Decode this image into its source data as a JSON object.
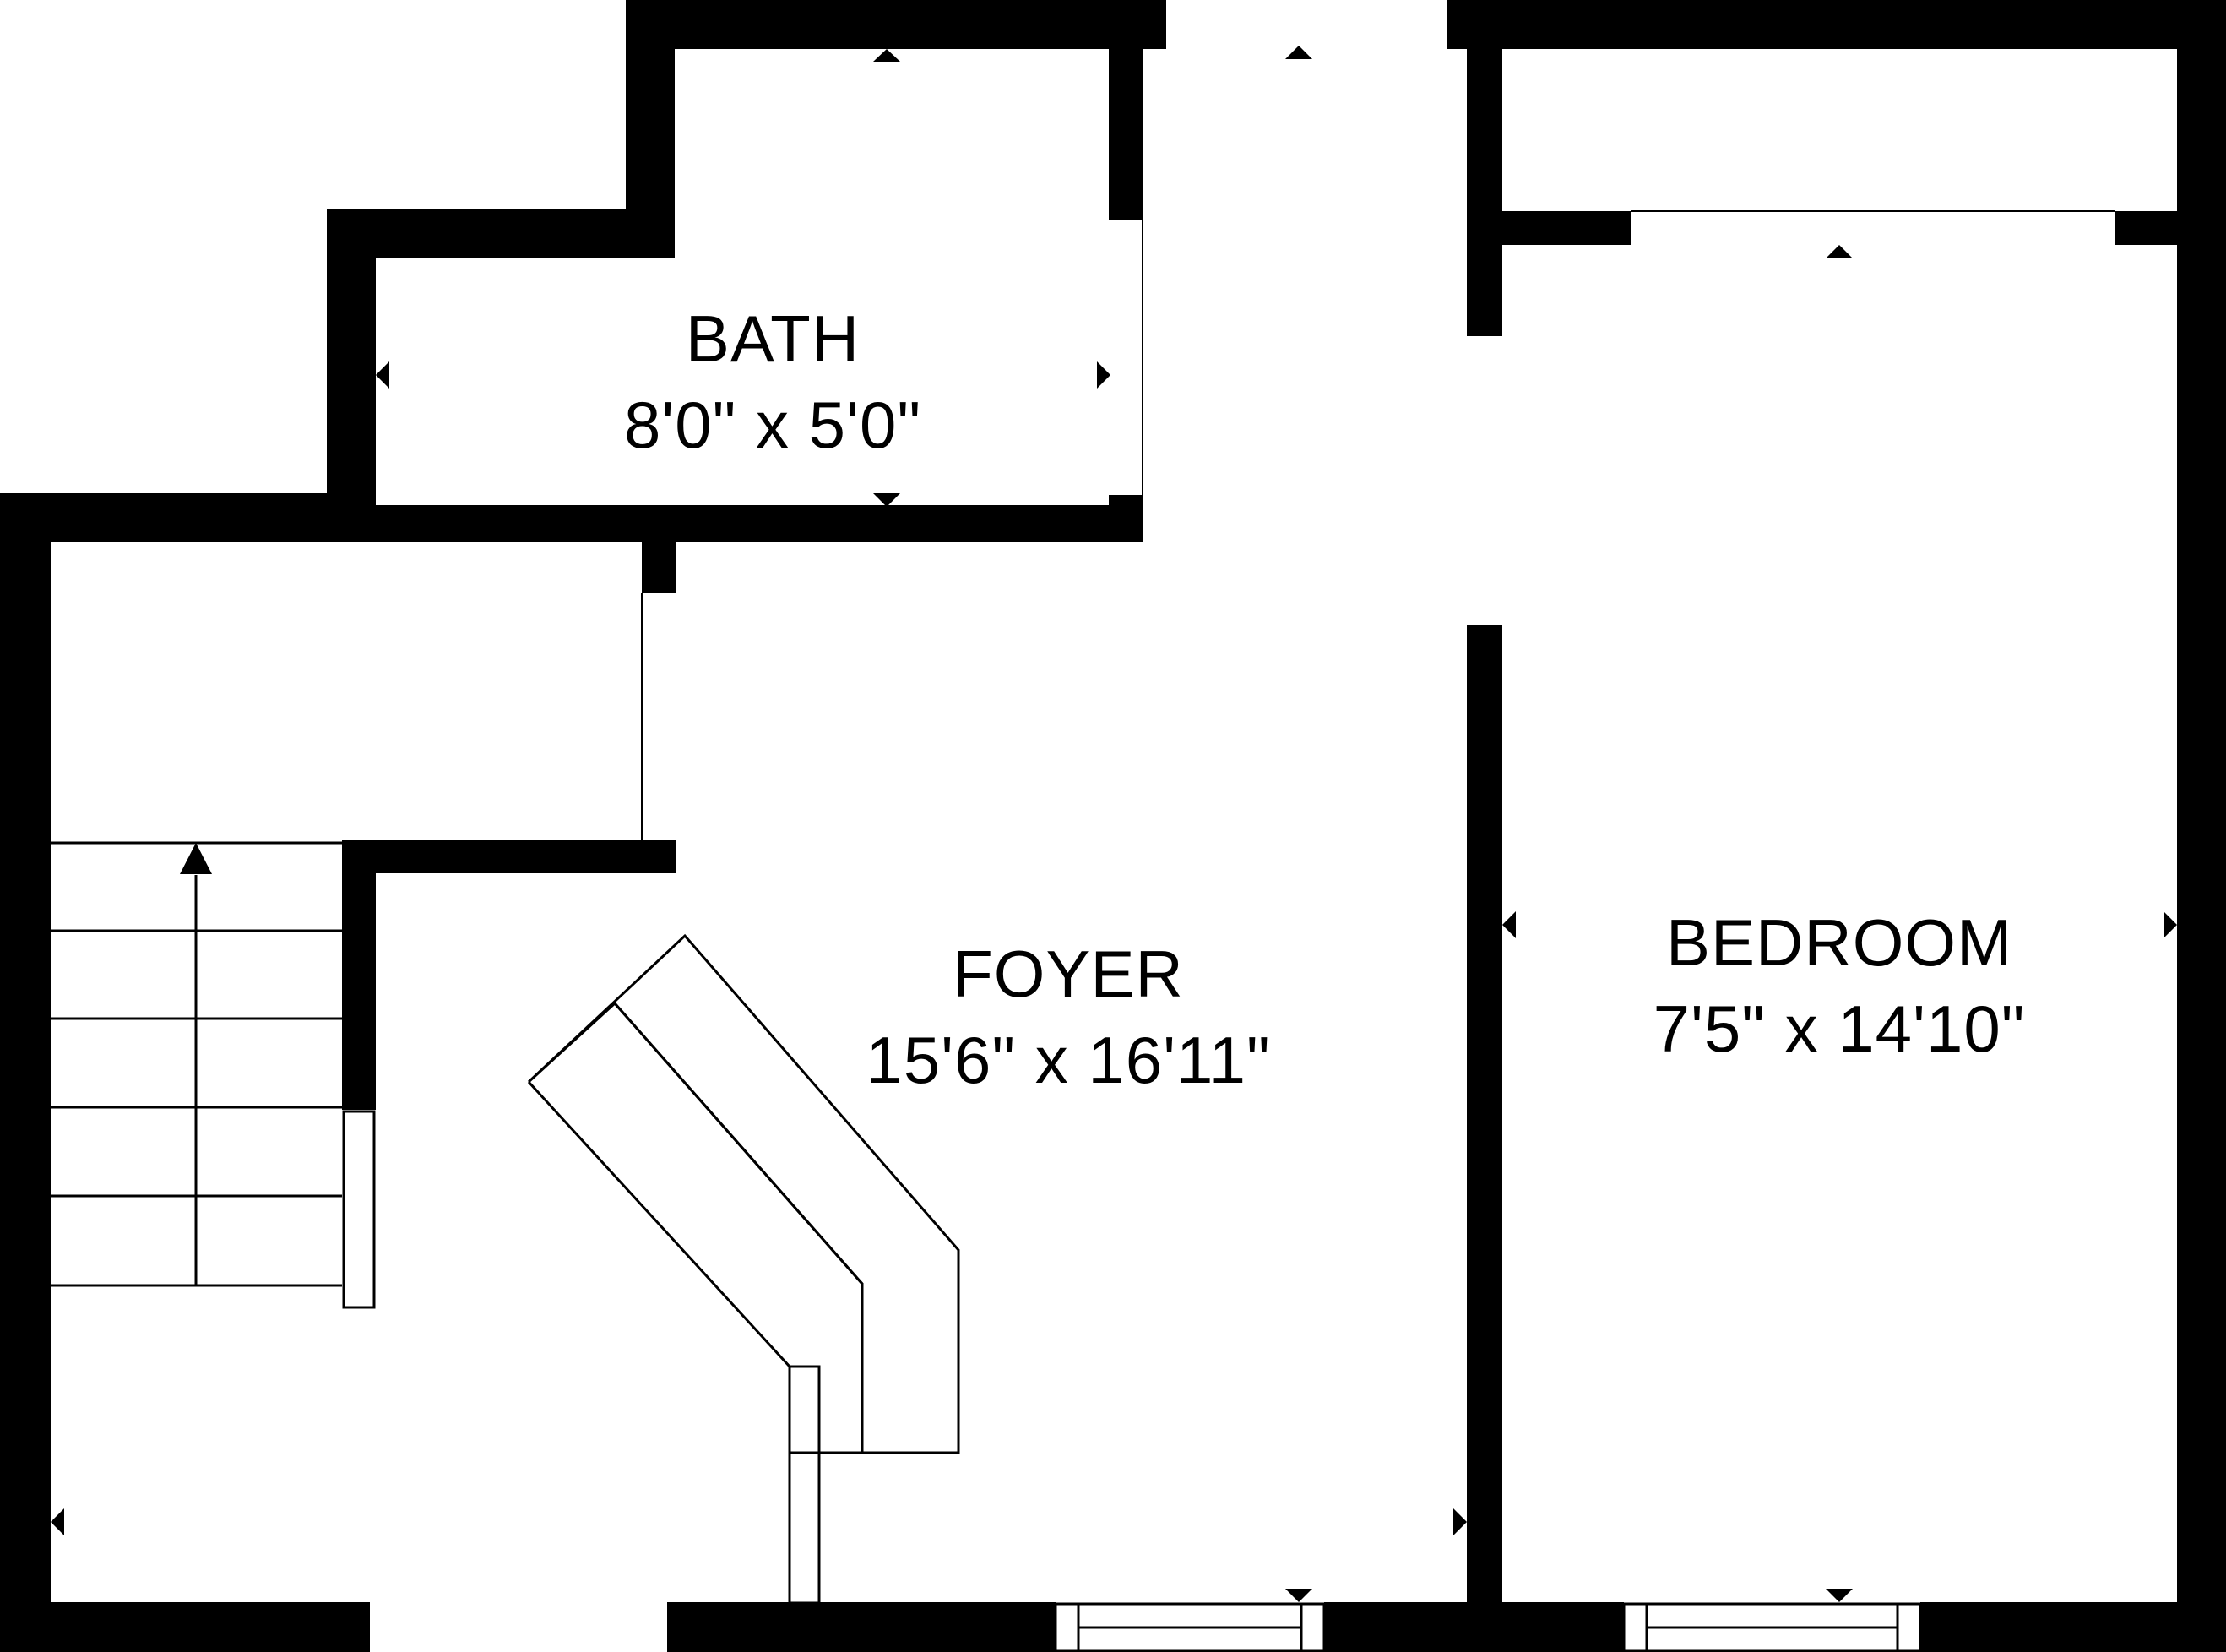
{
  "colors": {
    "wall": "#000000",
    "background": "#ffffff",
    "line": "#000000"
  },
  "rooms": {
    "bath": {
      "name": "BATH",
      "dimensions": "8'0\" x 5'0\""
    },
    "foyer": {
      "name": "FOYER",
      "dimensions": "15'6\" x 16'11\""
    },
    "bedroom": {
      "name": "BEDROOM",
      "dimensions": "7'5\" x 14'10\""
    }
  }
}
